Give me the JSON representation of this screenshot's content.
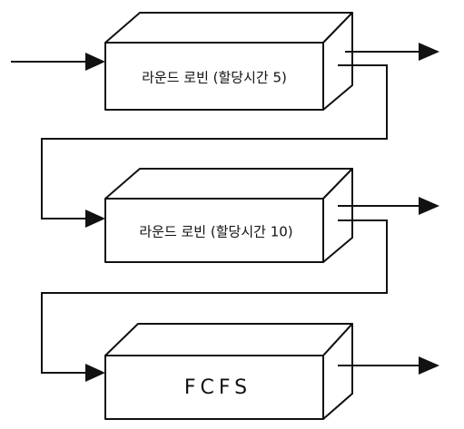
{
  "stages": [
    {
      "label": "라운드 로빈 (할당시간 5)"
    },
    {
      "label": "라운드 로빈 (할당시간 10)"
    },
    {
      "label": "FCFS"
    }
  ],
  "colors": {
    "ink": "#111111",
    "background": "#ffffff"
  }
}
